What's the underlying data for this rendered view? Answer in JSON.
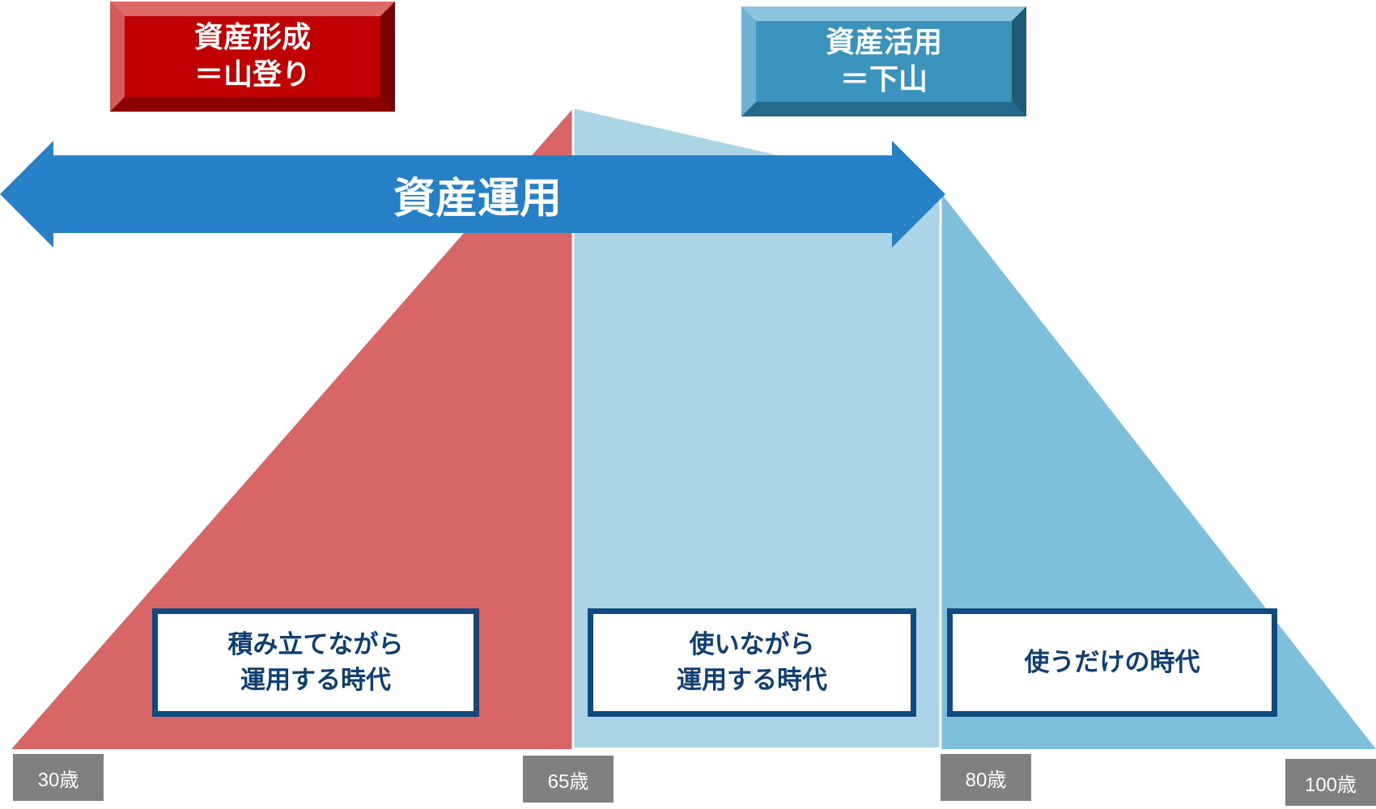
{
  "colors": {
    "formation": "#d96666",
    "usage_light": "#acd4e7",
    "usage_dark": "#7ebfdc",
    "arrow": "#2580c6",
    "red_label": "#c00000",
    "teal_label": "#3a93bd",
    "box_border": "#0f4a80",
    "box_text": "#0f3e73",
    "age_tag": "#808080"
  },
  "labels": {
    "formation": {
      "line1": "資産形成",
      "line2": "＝山登り"
    },
    "utilization": {
      "line1": "資産活用",
      "line2": "＝下山"
    }
  },
  "arrow": {
    "label": "資産運用"
  },
  "phases": [
    {
      "line1": "積み立てながら",
      "line2": "運用する時代"
    },
    {
      "line1": "使いながら",
      "line2": "運用する時代"
    },
    {
      "line1": "使うだけの時代"
    }
  ],
  "ages": [
    "30歳",
    "65歳",
    "80歳",
    "100歳"
  ]
}
